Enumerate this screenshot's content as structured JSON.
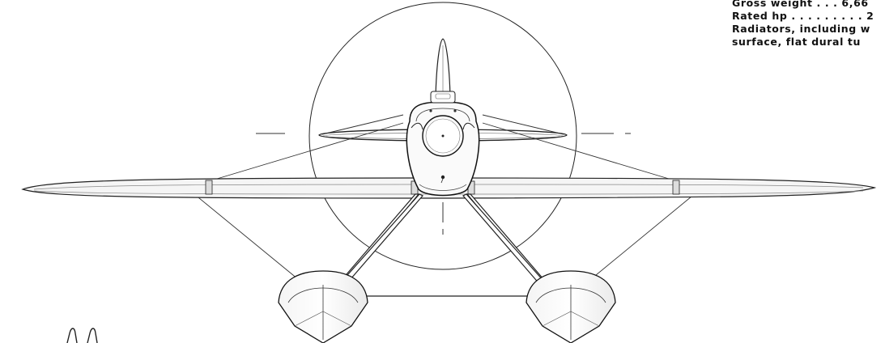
{
  "specs": {
    "lines": [
      "Gross weight . . . 6,66",
      "Rated hp . . . . . . . . . 2",
      "Radiators, including w",
      "surface, flat dural tu"
    ]
  }
}
